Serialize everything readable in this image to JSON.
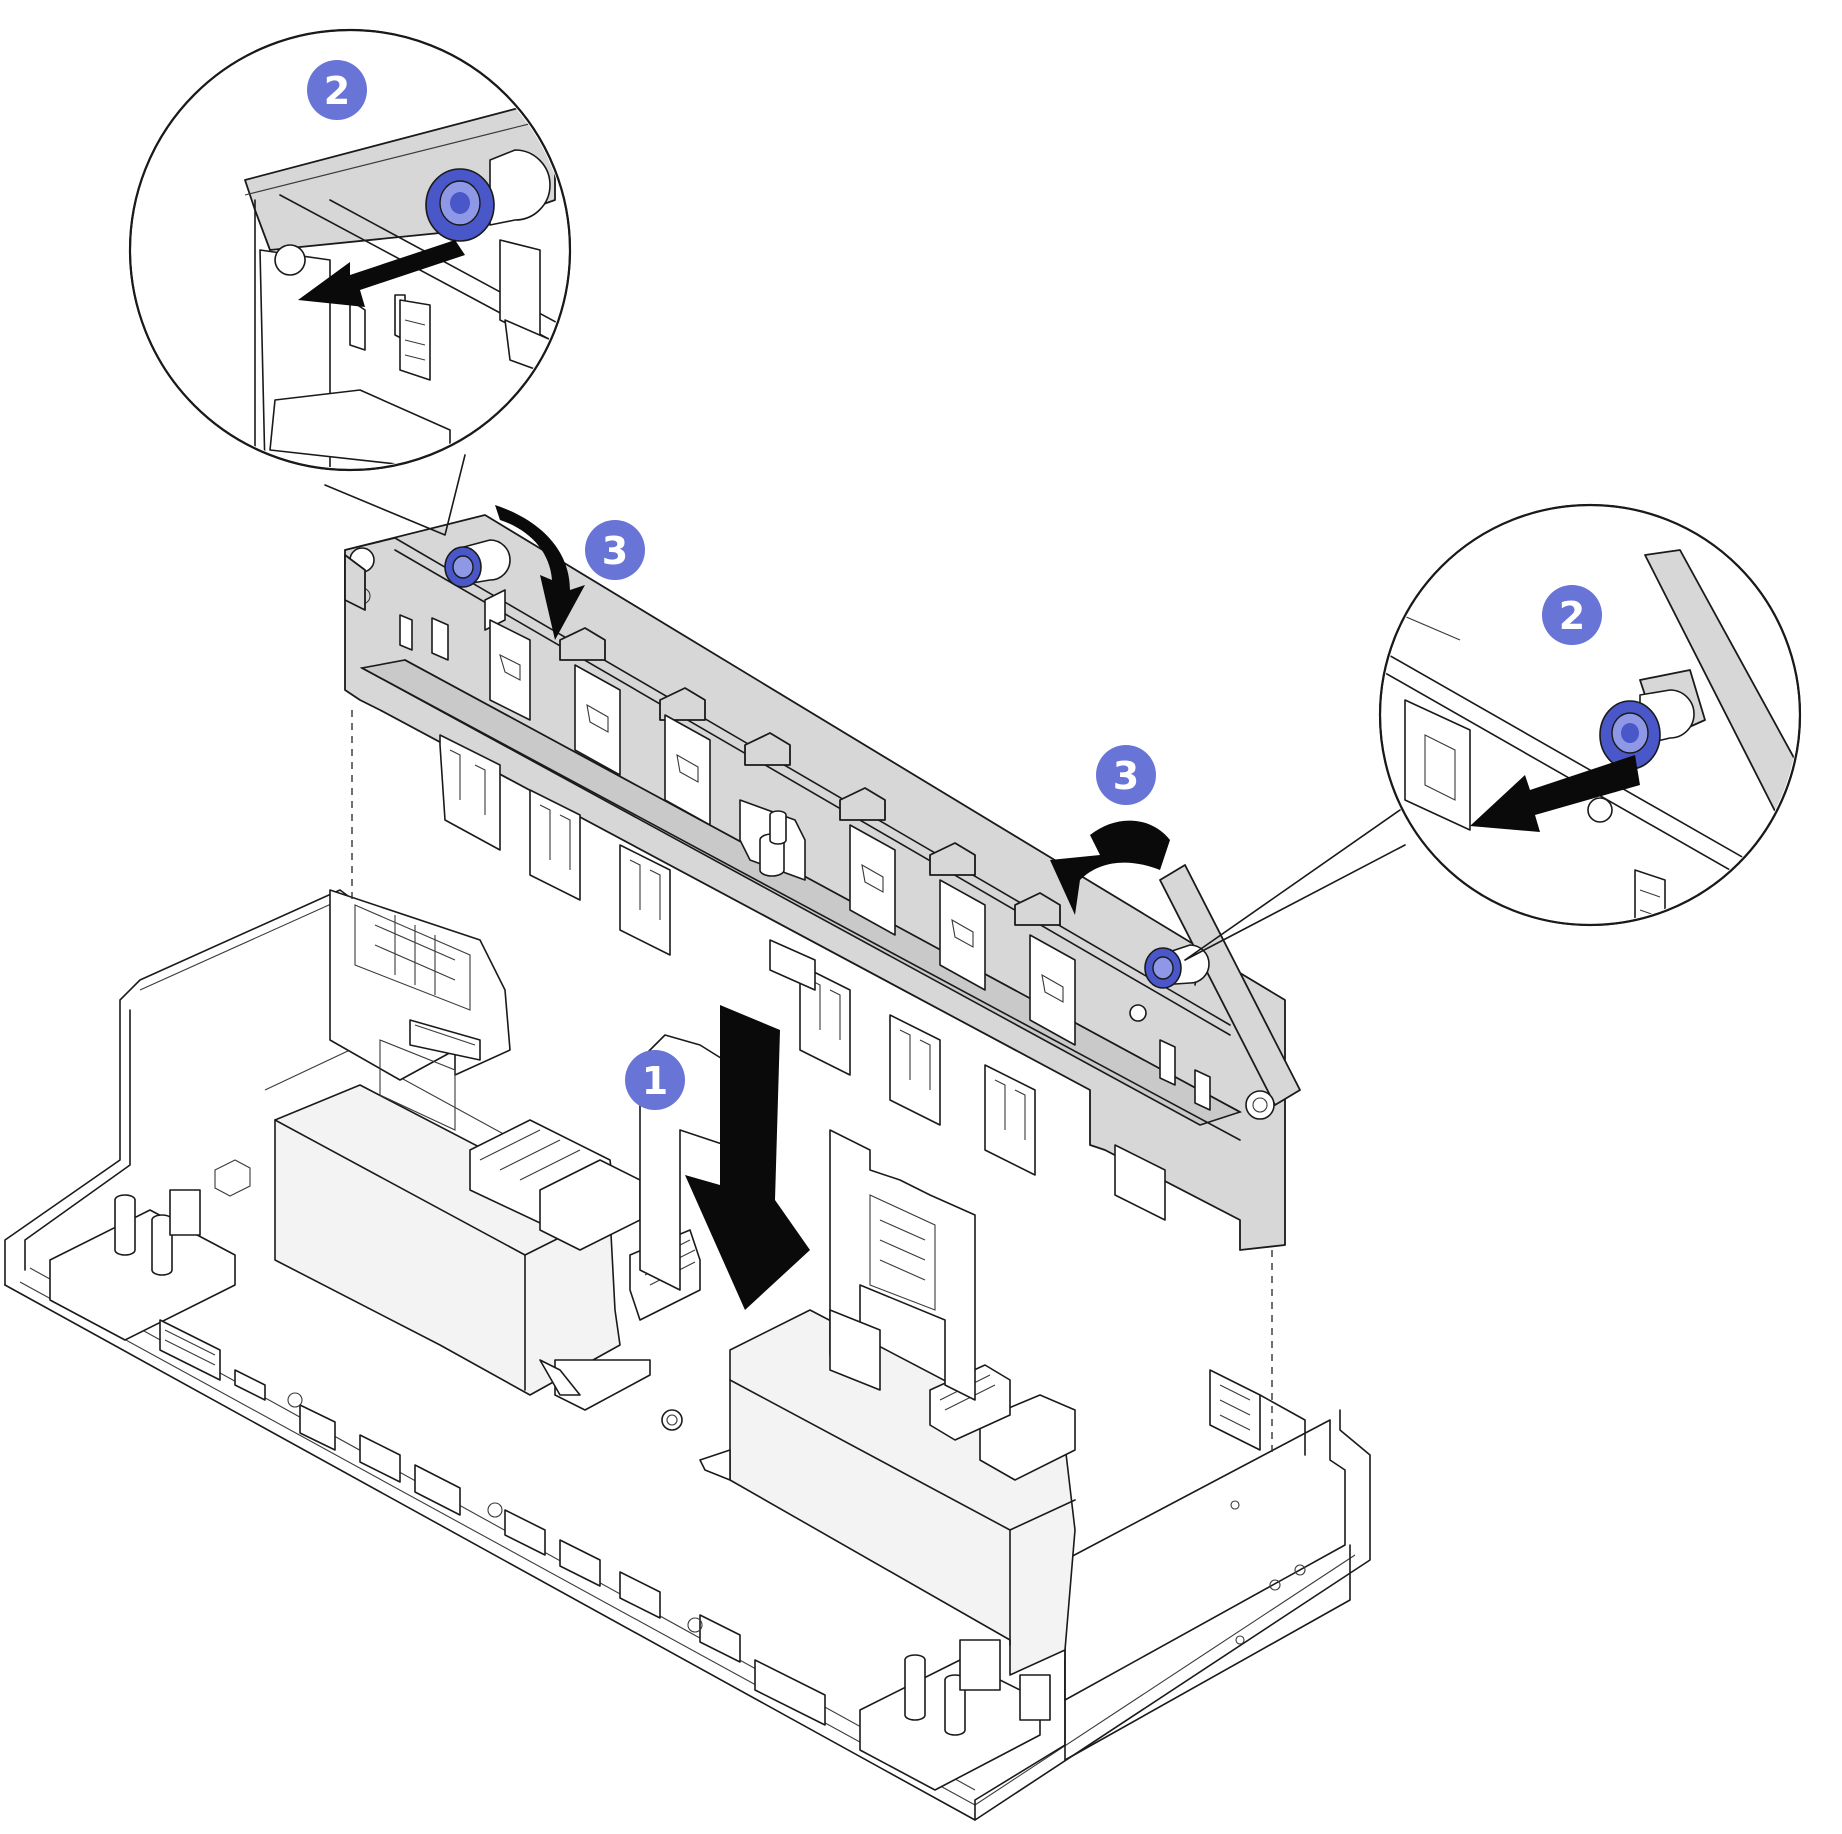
{
  "colors": {
    "callout": "#6874d6",
    "plunger_blue": "#4957c9",
    "plate_gray": "#d7d7d7",
    "arrow": "#0a0a0a",
    "line": "#1a1a1a"
  },
  "steps": {
    "step1": "1",
    "step2_left": "2",
    "step2_right": "2",
    "step3_left": "3",
    "step3_right": "3"
  },
  "icons": {
    "down_arrow": "down-arrow-icon",
    "pull_arrow": "pull-arrow-icon",
    "rotate_arrow": "rotate-arrow-icon",
    "plunger": "plunger-icon"
  }
}
